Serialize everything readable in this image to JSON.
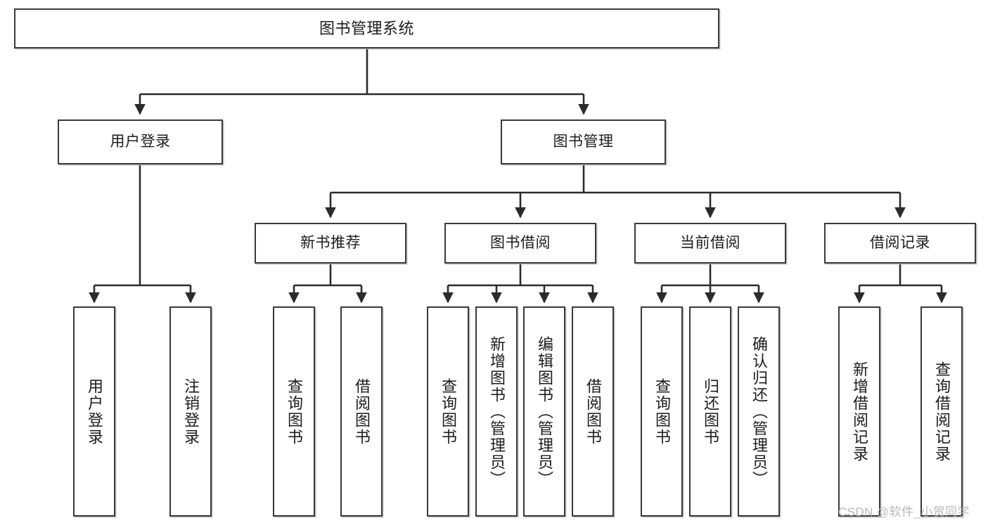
{
  "diagram": {
    "title": "图书管理系统",
    "type": "hierarchy-tree",
    "watermark": "CSDN @软件_小贺同学",
    "colors": {
      "box_border": "#3a3a3a",
      "box_fill": "#ffffff",
      "connector": "#2b2b2b",
      "text": "#1c1c1c",
      "watermark": "#b9b9b9"
    },
    "nodes": {
      "root": {
        "label": "图书管理系统"
      },
      "level2": [
        {
          "label": "用户登录"
        },
        {
          "label": "图书管理"
        }
      ],
      "level3": [
        {
          "label": "新书推荐"
        },
        {
          "label": "图书借阅"
        },
        {
          "label": "当前借阅"
        },
        {
          "label": "借阅记录"
        }
      ],
      "leaves": {
        "user_login": [
          {
            "label": "用户登录"
          },
          {
            "label": "注销登录"
          }
        ],
        "new_book_recommend": [
          {
            "label": "查询图书"
          },
          {
            "label": "借阅图书"
          }
        ],
        "book_borrow": [
          {
            "label": "查询图书"
          },
          {
            "label": "新增图书（管理员）"
          },
          {
            "label": "编辑图书（管理员）"
          },
          {
            "label": "借阅图书"
          }
        ],
        "current_borrow": [
          {
            "label": "查询图书"
          },
          {
            "label": "归还图书"
          },
          {
            "label": "确认归还（管理员）"
          }
        ],
        "borrow_record": [
          {
            "label": "新增借阅记录"
          },
          {
            "label": "查询借阅记录"
          }
        ]
      }
    }
  }
}
